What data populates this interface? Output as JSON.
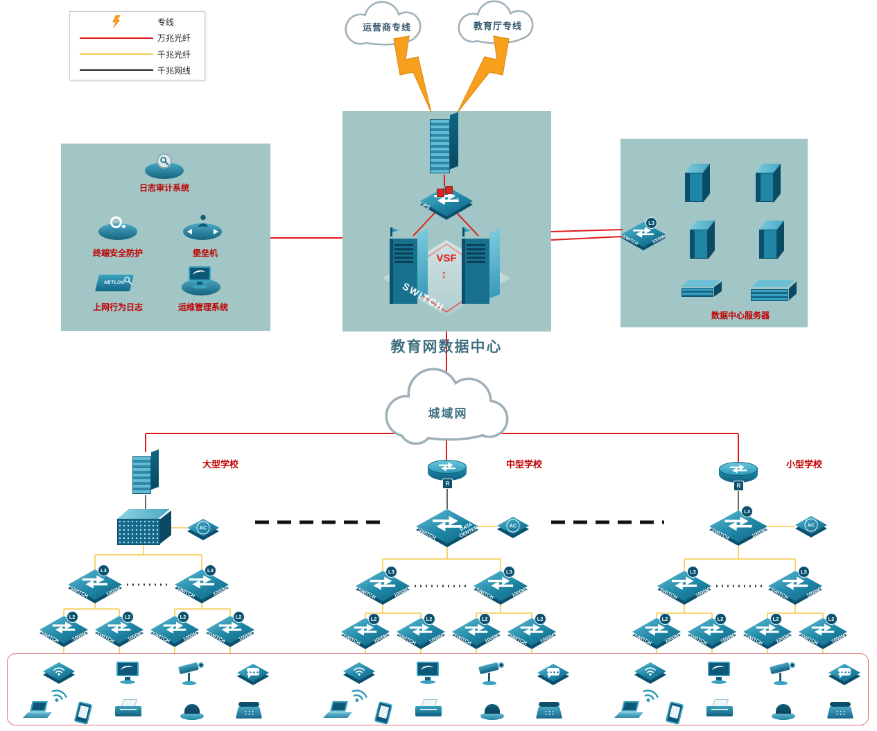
{
  "legend": {
    "items": [
      {
        "label": "专线",
        "icon": "lightning-icon"
      },
      {
        "label": "万兆光纤",
        "icon": "red-line",
        "color": "#e01b1b"
      },
      {
        "label": "千兆光纤",
        "icon": "yellow-line",
        "color": "#f6c94a"
      },
      {
        "label": "千兆网线",
        "icon": "black-line",
        "color": "#222222"
      }
    ]
  },
  "clouds": {
    "isp": "运营商专线",
    "edu": "教育厅专线",
    "man": "城域网"
  },
  "datacenter": {
    "caption": "教育网数据中心",
    "vsf": "VSF",
    "ips": "IPS",
    "fabric_switch": "SWITCH"
  },
  "security_panel": {
    "log_audit": "日志审计系统",
    "terminal_security": "终端安全防护",
    "bastion": "堡垒机",
    "net_behavior_log": "上网行为日志",
    "netlog_device": "NETLOG",
    "ops_mgmt": "运维管理系统"
  },
  "server_panel": {
    "caption": "数据中心服务器"
  },
  "schools": {
    "large": "大型学校",
    "medium": "中型学校",
    "small": "小型学校"
  },
  "labels": {
    "switch": "SWITCH",
    "speed": "1000M",
    "l3": "L3",
    "l2": "L2",
    "ac": "AC",
    "router": "R",
    "data_center": "DATA CENTER"
  },
  "colors": {
    "line_10g": "#e01b1b",
    "line_1g": "#f6c94a",
    "line_cable": "#222222",
    "device_teal": "#1f86a6",
    "panel_teal": "#a2c5c5",
    "label_red": "#c00000"
  }
}
